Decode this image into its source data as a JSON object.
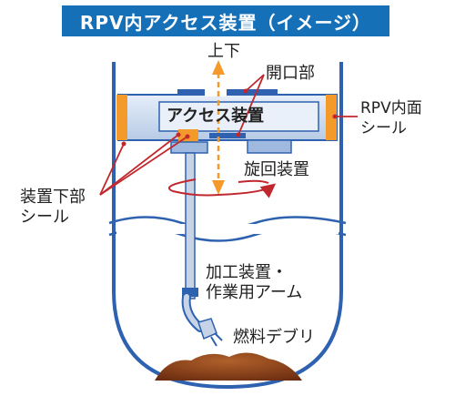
{
  "title": "RPV内アクセス装置（イメージ）",
  "labels": {
    "up_down": "上下",
    "opening": "開口部",
    "rpv_inner_seal_l1": "RPV内面",
    "rpv_inner_seal_l2": "シール",
    "access_device": "アクセス装置",
    "rotating_device": "旋回装置",
    "device_lower_seal_l1": "装置下部",
    "device_lower_seal_l2": "シール",
    "arm_l1": "加工装置・",
    "arm_l2": "作業用アーム",
    "fuel_debris": "燃料デブリ"
  },
  "colors": {
    "title_bg": "#1670b8",
    "vessel": "#2e62b0",
    "device_fill": "#c9d9ef",
    "seal": "#f39a2a",
    "leader": "#c0282e",
    "debris": "#8a3e1a",
    "arrow": "#f39a2a"
  }
}
